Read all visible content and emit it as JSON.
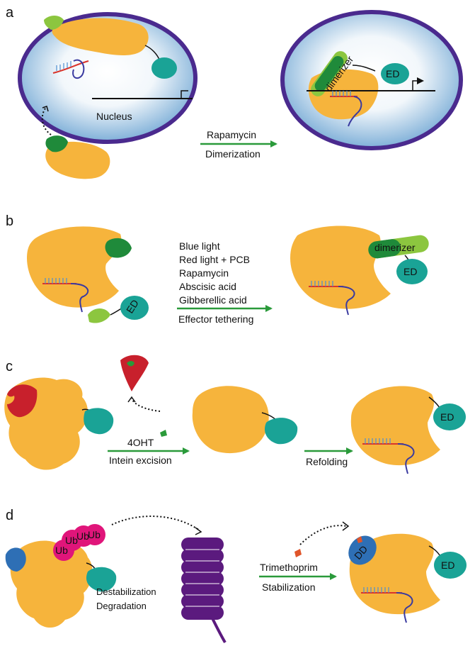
{
  "colors": {
    "protein": "#F6B43C",
    "nucleus_border": "#4A2A8E",
    "nucleus_glow": "#7FB2DA",
    "effector": "#1AA396",
    "dimerizer_dark": "#1F8A3A",
    "dimerizer_light": "#8CC63F",
    "arrow": "#2A9A3A",
    "intein": "#C8202C",
    "ubiquitin": "#E0157A",
    "proteasome": "#5B1A7E",
    "dd": "#2E6FB5",
    "rna_red": "#D9342B",
    "rna_blue": "#3A3AA0",
    "rna_ticks": "#4E8FD0"
  },
  "panels": {
    "a": {
      "letter": "a",
      "nucleus_label": "Nucleus",
      "arrow_top": "Rapamycin",
      "arrow_bottom": "Dimerization",
      "dimerizer": "dimerizer",
      "effector": "ED"
    },
    "b": {
      "letter": "b",
      "inducers": [
        "Blue light",
        "Red light + PCB",
        "Rapamycin",
        "Abscisic acid",
        "Gibberellic acid"
      ],
      "arrow_bottom": "Effector tethering",
      "dimerizer": "dimerizer",
      "effector_left": "ED",
      "effector_right": "ED"
    },
    "c": {
      "letter": "c",
      "arrow1_top": "4OHT",
      "arrow1_bottom": "Intein excision",
      "arrow2_bottom": "Refolding",
      "effector": "ED"
    },
    "d": {
      "letter": "d",
      "ub_labels": [
        "Ub",
        "Ub",
        "Ub",
        "Ub"
      ],
      "left_caption_1": "Destabilization",
      "left_caption_2": "Degradation",
      "arrow_top": "Trimethoprim",
      "arrow_bottom": "Stabilization",
      "dd": "DD",
      "effector": "ED"
    }
  }
}
